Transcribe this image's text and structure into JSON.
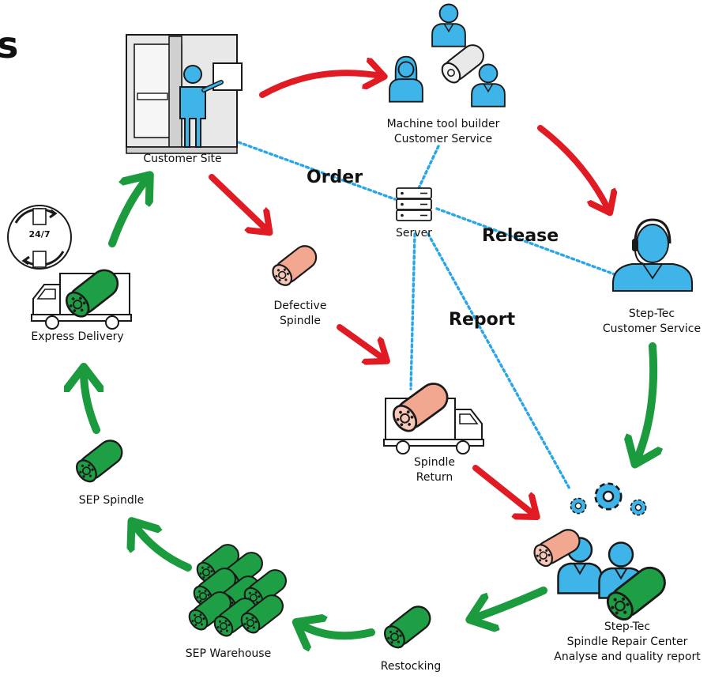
{
  "title_fragment": "s",
  "colors": {
    "red_arrow": "#e01b24",
    "green_arrow": "#1b9a3e",
    "dotted_link": "#2aa6e8",
    "person_blue": "#3fb4e8",
    "spindle_green": "#1e9e45",
    "spindle_pink": "#f2a791",
    "outline": "#1a1a1a"
  },
  "nodes": {
    "customer_site": "Customer Site",
    "machine_builder": [
      "Machine tool builder",
      "Customer Service"
    ],
    "server": "Server",
    "steptec_service": [
      "Step-Tec",
      "Customer Service"
    ],
    "defective_spindle": [
      "Defective",
      "Spindle"
    ],
    "spindle_return": [
      "Spindle",
      "Return"
    ],
    "repair_center": [
      "Step-Tec",
      "Spindle Repair Center",
      "Analyse and quality report"
    ],
    "restocking": "Restocking",
    "warehouse": "SEP Warehouse",
    "sep_spindle": "SEP Spindle",
    "express_delivery": "Express Delivery"
  },
  "links": {
    "order": "Order",
    "release": "Release",
    "report": "Report"
  },
  "badge_24_7": "24/7",
  "icons": [
    "cnc-machine-icon",
    "operator-icon",
    "team-icon",
    "server-icon",
    "headset-agent-icon",
    "spindle-icon",
    "truck-icon",
    "gears-icon",
    "clock-cycle-icon",
    "spindle-stack-icon"
  ]
}
